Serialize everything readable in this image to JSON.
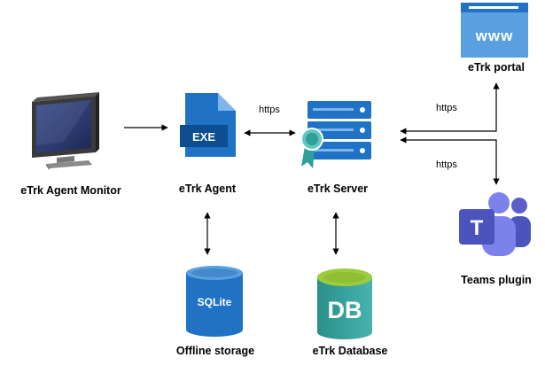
{
  "nodes": {
    "monitor": {
      "label": "eTrk Agent Monitor"
    },
    "agent": {
      "label": "eTrk Agent",
      "icon_text": "EXE"
    },
    "server": {
      "label": "eTrk Server"
    },
    "portal": {
      "label": "eTrk portal",
      "icon_text": "www"
    },
    "teams": {
      "label": "Teams plugin",
      "icon_text": "T"
    },
    "sqlite": {
      "label": "Offline storage",
      "icon_text": "SQLite"
    },
    "database": {
      "label": "eTrk Database",
      "icon_text": "DB"
    }
  },
  "edges": {
    "agent_server": "https",
    "server_portal": "https",
    "server_teams": "https"
  },
  "colors": {
    "blue": "#1f72c4",
    "light_blue": "#5aa0e0",
    "teal": "#2f9f9a",
    "green": "#9ccc3c",
    "teams_purple": "#5b5fc7"
  }
}
